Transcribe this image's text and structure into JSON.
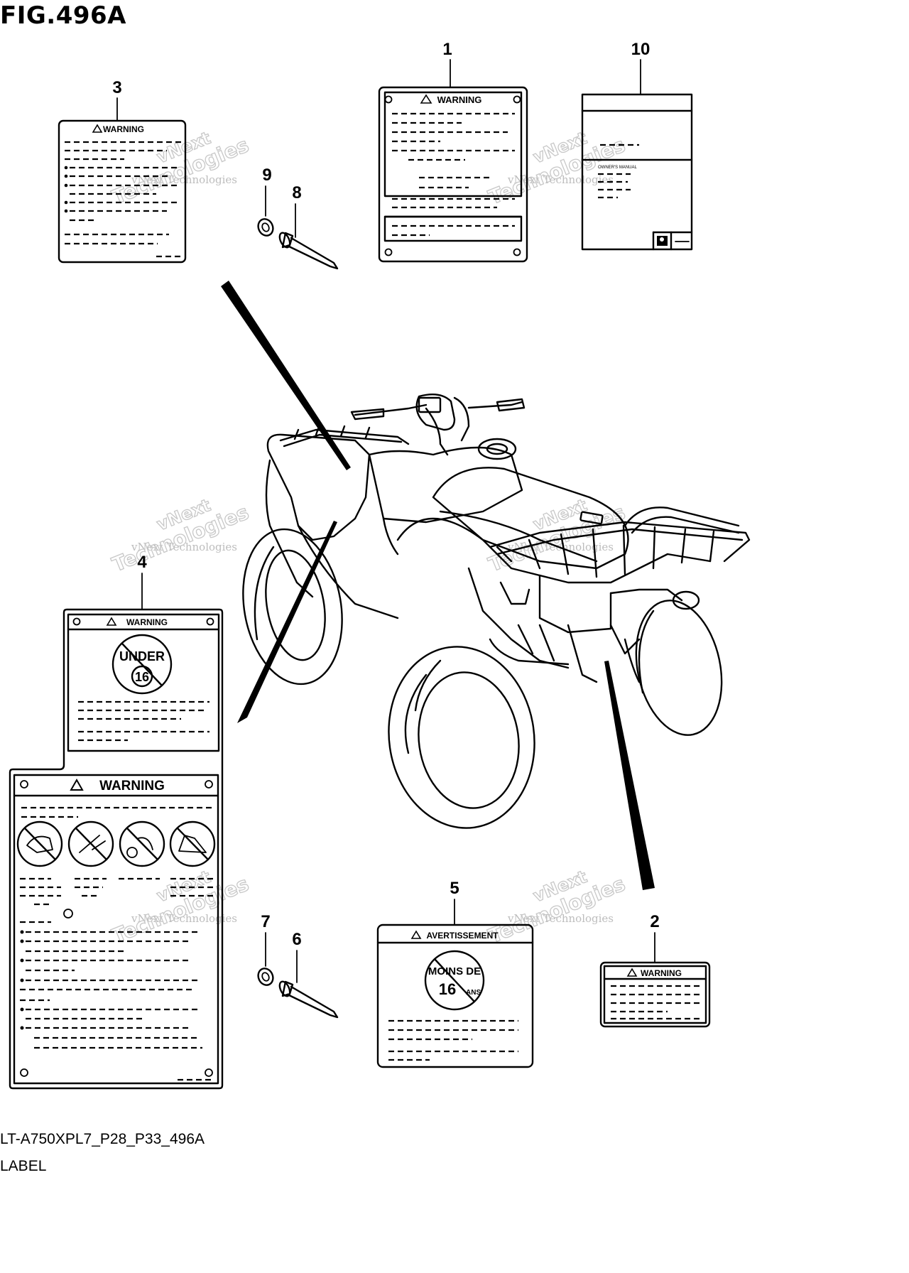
{
  "figure": {
    "title": "FIG.496A",
    "model_code": "LT-A750XPL7_P28_P33_496A",
    "group_name": "LABEL"
  },
  "callouts": {
    "c1": "1",
    "c2": "2",
    "c3": "3",
    "c4": "4",
    "c5": "5",
    "c6": "6",
    "c7": "7",
    "c8": "8",
    "c9": "9",
    "c10": "10"
  },
  "labels": {
    "warning": "WARNING",
    "avertissement": "AVERTISSEMENT",
    "under": "UNDER",
    "under_age": "16",
    "moins_de": "MOINS DE",
    "age_fr": "16",
    "ans": "ANS",
    "owners_manual": "OWNER'S MANUAL"
  },
  "watermark": {
    "line1": "vNext Technologies",
    "line2": "vNext",
    "line3": "Technologies"
  }
}
